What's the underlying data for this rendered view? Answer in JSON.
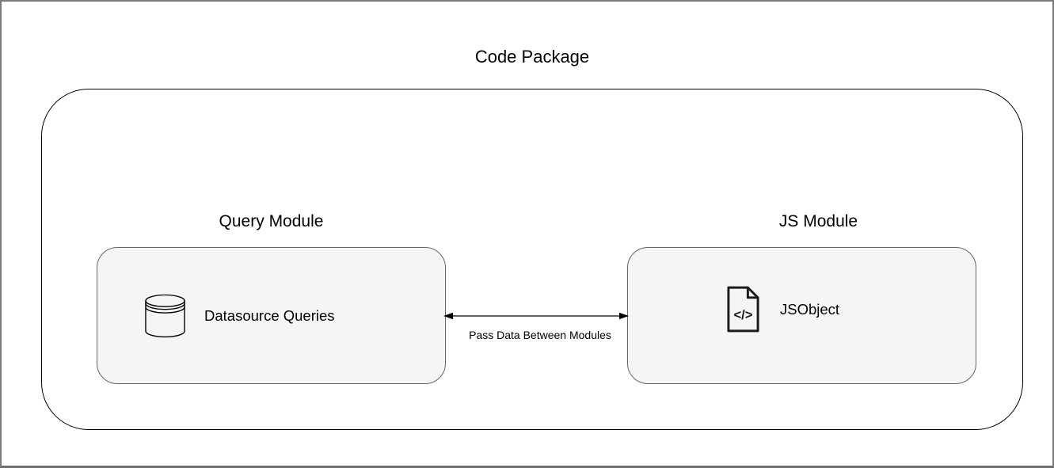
{
  "diagram": {
    "title": "Code Package",
    "modules": [
      {
        "title": "Query Module",
        "node_label": "Datasource Queries",
        "icon": "database-icon"
      },
      {
        "title": "JS Module",
        "node_label": "JSObject",
        "icon": "code-file-icon"
      }
    ],
    "connector": {
      "label": "Pass Data Between Modules",
      "type": "bidirectional-arrow"
    }
  },
  "colors": {
    "canvas_background": "#ffffff",
    "frame_border": "#7a7a7a",
    "container_border": "#000000",
    "node_fill": "#f5f5f5",
    "node_border": "#666666",
    "arrow_stroke": "#4d4d4d",
    "text": "#000000"
  }
}
